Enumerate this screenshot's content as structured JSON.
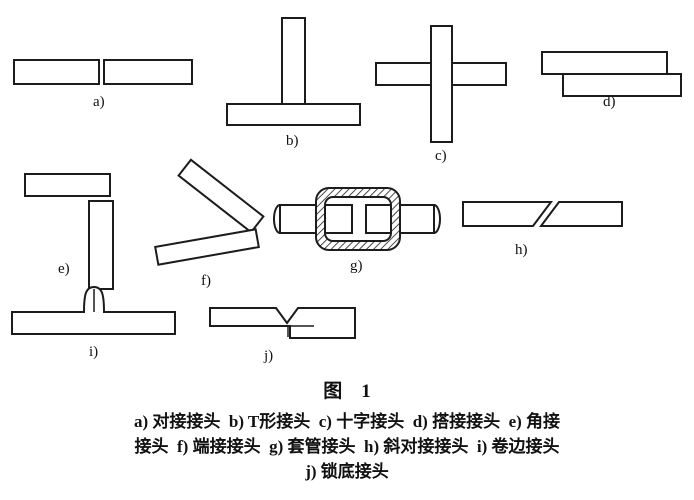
{
  "figure": {
    "title": "图    1",
    "caption_lines": [
      "a) 对接接头  b) T形接头  c) 十字接头  d) 搭接接头  e) 角接",
      "接头  f) 端接接头  g) 套管接头  h) 斜对接接头  i) 卷边接头",
      "j) 锁底接头"
    ]
  },
  "joints": [
    {
      "label": "a)",
      "name": "对接接头"
    },
    {
      "label": "b)",
      "name": "T形接头"
    },
    {
      "label": "c)",
      "name": "十字接头"
    },
    {
      "label": "d)",
      "name": "搭接接头"
    },
    {
      "label": "e)",
      "name": "角接接头"
    },
    {
      "label": "f)",
      "name": "端接接头"
    },
    {
      "label": "g)",
      "name": "套管接头"
    },
    {
      "label": "h)",
      "name": "斜对接接头"
    },
    {
      "label": "i)",
      "name": "卷边接头"
    },
    {
      "label": "j)",
      "name": "锁底接头"
    }
  ],
  "colors": {
    "line": "#1c1c1c",
    "background": "#ffffff"
  }
}
